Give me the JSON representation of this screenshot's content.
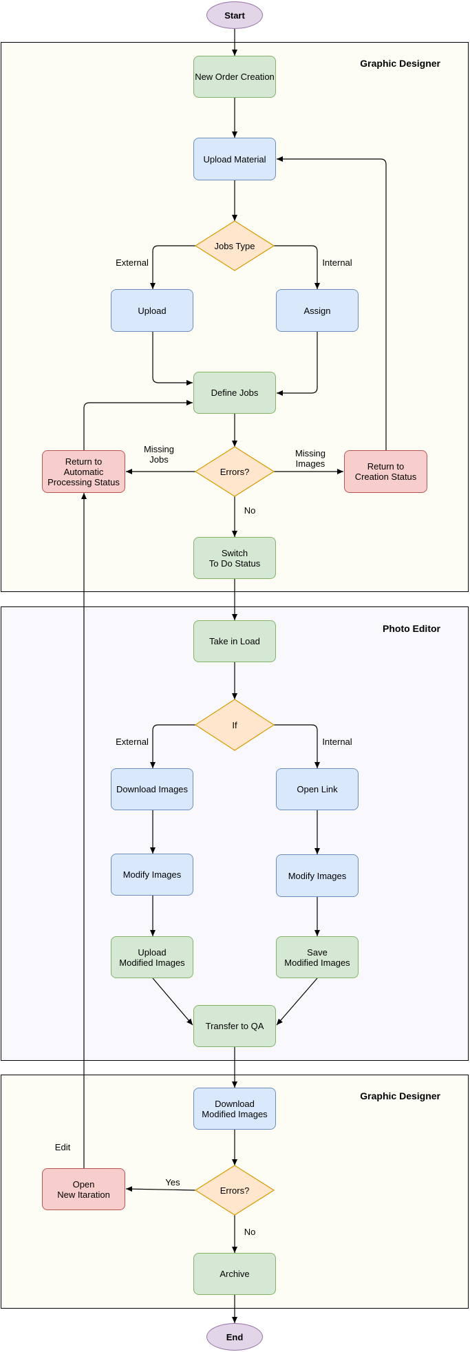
{
  "lanes": {
    "graphic_designer_top": "Graphic Designer",
    "photo_editor": "Photo Editor",
    "graphic_designer_bottom": "Graphic Designer"
  },
  "terminals": {
    "start": "Start",
    "end": "End"
  },
  "nodes": {
    "new_order_creation": "New Order Creation",
    "upload_material": "Upload Material",
    "jobs_type": "Jobs Type",
    "upload": "Upload",
    "assign": "Assign",
    "define_jobs": "Define Jobs",
    "errors_1": "Errors?",
    "return_automatic": "Return to\nAutomatic\nProcessing Status",
    "return_creation": "Return to\nCreation Status",
    "switch_todo": "Switch\nTo Do Status",
    "take_in_load": "Take in Load",
    "if": "If",
    "download_images": "Download Images",
    "open_link": "Open Link",
    "modify_images_left": "Modify Images",
    "modify_images_right": "Modify Images",
    "upload_modified": "Upload\nModified Images",
    "save_modified": "Save\nModified Images",
    "transfer_qa": "Transfer to QA",
    "download_modified": "Download\nModified Images",
    "errors_2": "Errors?",
    "open_iteration": "Open\nNew Itaration",
    "archive": "Archive"
  },
  "edge_labels": {
    "external_1": "External",
    "internal_1": "Internal",
    "missing_jobs": "Missing\nJobs",
    "missing_images": "Missing\nImages",
    "no_1": "No",
    "external_2": "External",
    "internal_2": "Internal",
    "edit": "Edit",
    "yes": "Yes",
    "no_2": "No"
  },
  "colors": {
    "process_green": "#d5e8d4",
    "input_blue": "#dae8fc",
    "error_red": "#f8cecc",
    "decision_orange": "#ffe6cc",
    "terminal_purple": "#e1d5e7"
  }
}
